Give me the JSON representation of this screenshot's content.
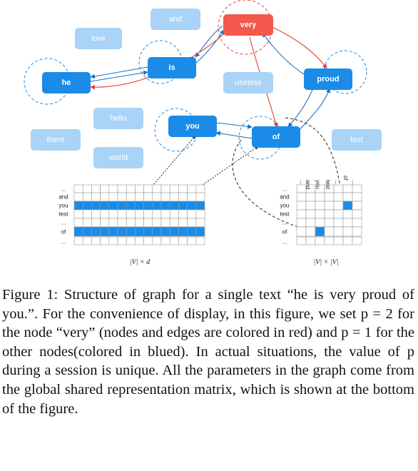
{
  "nodes": {
    "very": "very",
    "and": "and",
    "love": "love",
    "is": "is",
    "he": "he",
    "useless": "useless",
    "proud": "proud",
    "hello": "hello",
    "you": "you",
    "there": "there",
    "of": "of",
    "test": "test",
    "world": "world"
  },
  "left_matrix": {
    "row_labels": [
      "...",
      "and",
      "you",
      "test",
      "...",
      "of",
      "..."
    ],
    "dimension_label": "|V| × d",
    "highlighted_rows": [
      "you",
      "of"
    ]
  },
  "right_matrix": {
    "row_labels": [
      "...",
      "and",
      "you",
      "test",
      "...",
      "of",
      "..."
    ],
    "col_labels": [
      "...",
      "and",
      "you",
      "test",
      "...",
      "of",
      "..."
    ],
    "dimension_label": "|V| × |V|",
    "highlighted_cells": [
      [
        "you",
        "of"
      ],
      [
        "of",
        "you"
      ]
    ]
  },
  "colors": {
    "active_node": "#1a8ce8",
    "inactive_node": "#a9d3f7",
    "red_node": "#f2584b",
    "red_edge": "#e2402f",
    "blue_edge": "#1a70c0",
    "highlight_cell": "#1a8ce8"
  },
  "caption": "Figure 1: Structure of graph for a single text “he is very proud of you.”. For the convenience of display, in this figure, we set p = 2 for the node “very” (nodes and edges are colored in red) and p = 1 for the other nodes(colored in blued). In actual situations, the value of p during a session is unique. All the parameters in the graph come from the global shared representation matrix, which is shown at the bottom of the figure."
}
